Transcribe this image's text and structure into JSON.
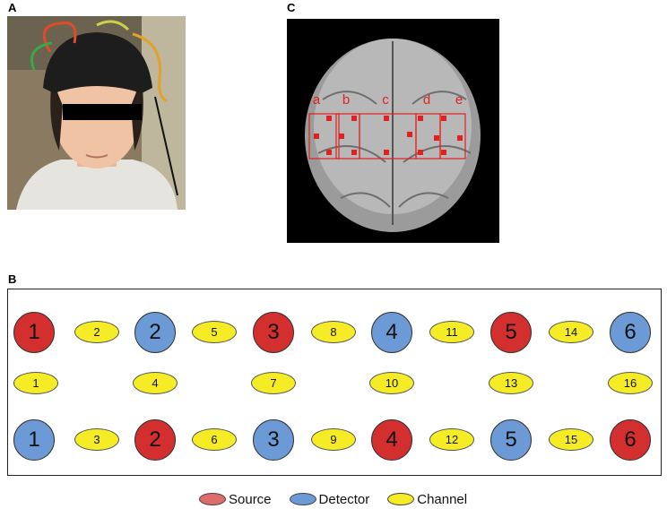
{
  "panels": {
    "a": "A",
    "b": "B",
    "c": "C"
  },
  "brain_regions": [
    "a",
    "b",
    "c",
    "d",
    "e"
  ],
  "colors": {
    "source": "#d32f2f",
    "detector": "#6b9ad6",
    "channel": "#f5ec26",
    "roi": "#e0211f"
  },
  "sources": [
    "1",
    "2",
    "3",
    "4",
    "5",
    "6"
  ],
  "detectors": [
    "1",
    "2",
    "3",
    "4",
    "5",
    "6"
  ],
  "channels": [
    "1",
    "2",
    "3",
    "4",
    "5",
    "6",
    "7",
    "8",
    "9",
    "10",
    "11",
    "12",
    "13",
    "14",
    "15",
    "16"
  ],
  "legend": {
    "source": "Source",
    "detector": "Detector",
    "channel": "Channel"
  }
}
